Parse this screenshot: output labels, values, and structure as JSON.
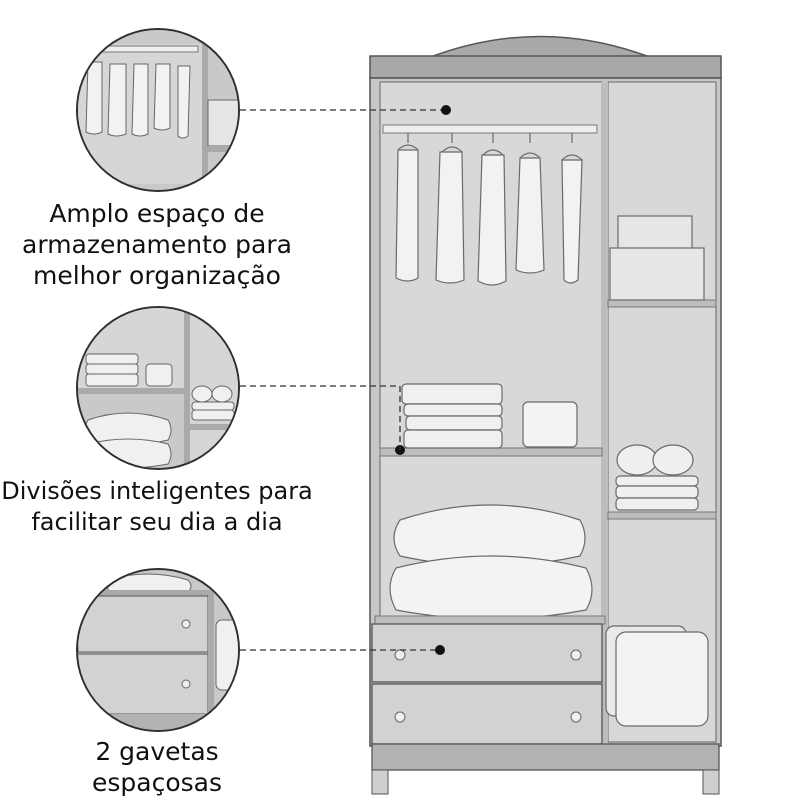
{
  "features": [
    {
      "id": "storage",
      "lines": [
        "Amplo espaço de",
        "armazenamento para",
        "melhor organização"
      ]
    },
    {
      "id": "dividers",
      "lines": [
        "Divisões inteligentes para",
        "facilitar seu dia a dia"
      ]
    },
    {
      "id": "drawers",
      "lines": [
        "2 gavetas",
        "espaçosas"
      ]
    }
  ],
  "colors": {
    "wardrobe_body": "#c7c7c7",
    "wardrobe_interior": "#d9d9d9",
    "wood_top": "#a8a8a8",
    "outline": "#2b2b2b",
    "connector": "#333333"
  }
}
